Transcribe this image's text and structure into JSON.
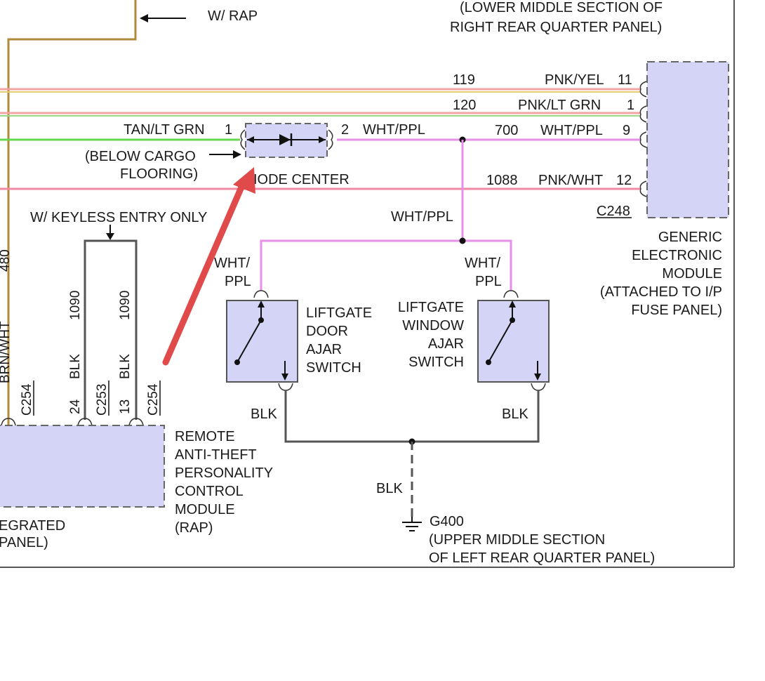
{
  "labels": {
    "w_rap": "W/ RAP",
    "top_location_line1": "(LOWER MIDDLE SECTION OF",
    "top_location_line2": "RIGHT REAR QUARTER PANEL)",
    "circuit_119": "119",
    "color_pnk_yel": "PNK/YEL",
    "pin_11": "11",
    "circuit_120": "120",
    "color_pnk_lt_grn": "PNK/LT GRN",
    "pin_1_gem": "1",
    "color_tan_lt_grn": "TAN/LT GRN",
    "pin_1_diode": "1",
    "pin_2_diode": "2",
    "color_wht_ppl_diode": "WHT/PPL",
    "circuit_700": "700",
    "color_wht_ppl_gem": "WHT/PPL",
    "pin_9": "9",
    "below_cargo_line1": "(BELOW CARGO",
    "below_cargo_line2": "FLOORING)",
    "diode_center": "IODE CENTER",
    "circuit_1088": "1088",
    "color_pnk_wht": "PNK/WHT",
    "pin_12": "12",
    "c248": "C248",
    "keyless_only": "W/ KEYLESS ENTRY ONLY",
    "wht_ppl_mid": "WHT/PPL",
    "gem_line1": "GENERIC",
    "gem_line2": "ELECTRONIC",
    "gem_line3": "MODULE",
    "gem_line4": "(ATTACHED TO I/P",
    "gem_line5": "FUSE PANEL)",
    "wht_left_line1": "WHT/",
    "wht_left_line2": "PPL",
    "wht_right_line1": "WHT/",
    "wht_right_line2": "PPL",
    "door_ajar_line1": "LIFTGATE",
    "door_ajar_line2": "DOOR",
    "door_ajar_line3": "AJAR",
    "door_ajar_line4": "SWITCH",
    "window_ajar_line1": "LIFTGATE",
    "window_ajar_line2": "WINDOW",
    "window_ajar_line3": "AJAR",
    "window_ajar_line4": "SWITCH",
    "vert_480": "480",
    "vert_brn_wht": "BRN/WHT",
    "vert_c254_left": "C254",
    "vert_24": "24",
    "vert_blk_left": "BLK",
    "vert_1090_left": "1090",
    "vert_c253": "C253",
    "vert_13": "13",
    "vert_blk_right": "BLK",
    "vert_1090_right": "1090",
    "vert_c254_right": "C254",
    "blk_door": "BLK",
    "blk_window": "BLK",
    "blk_ground": "BLK",
    "rap_line1": "REMOTE",
    "rap_line2": "ANTI-THEFT",
    "rap_line3": "PERSONALITY",
    "rap_line4": "CONTROL",
    "rap_line5": "MODULE",
    "rap_line6": "(RAP)",
    "integrated_line1": "EGRATED",
    "integrated_line2": "PANEL)",
    "g400": "G400",
    "g400_line1": "(UPPER MIDDLE SECTION",
    "g400_line2": "OF LEFT REAR QUARTER PANEL)"
  },
  "colors": {
    "pnk_yel": "#f4a3a3",
    "pnk_yel_accent": "#e2d070",
    "pnk_lt_grn": "#f4a3a3",
    "pnk_lt_grn_accent": "#9ed98a",
    "tan_lt_grn": "#66d84e",
    "wht_ppl": "#e98ee9",
    "pnk_wht": "#f08aa4",
    "blk": "#555555",
    "brn": "#b08a3a",
    "module_fill": "#d4d4f7",
    "arrow": "#e04a4a"
  }
}
